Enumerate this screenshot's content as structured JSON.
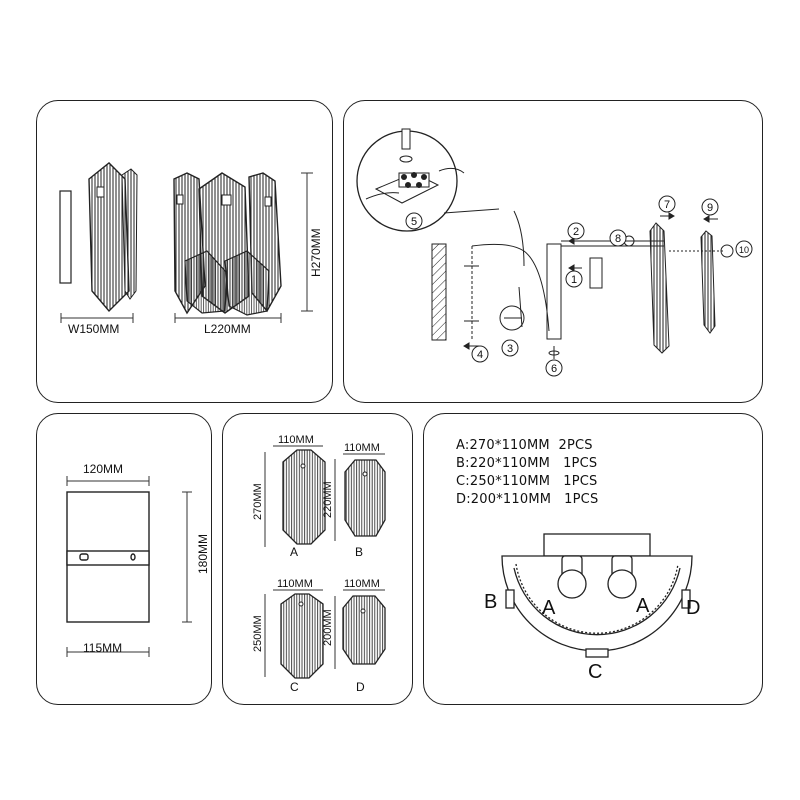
{
  "dimensions": {
    "width": "W150MM",
    "length": "L220MM",
    "height": "H270MM"
  },
  "back_plate": {
    "top_width": "120MM",
    "bottom_width": "115MM",
    "height": "180MM"
  },
  "panels": [
    {
      "label": "A",
      "width": "110MM",
      "height": "270MM"
    },
    {
      "label": "B",
      "width": "110MM",
      "height": "220MM"
    },
    {
      "label": "C",
      "width": "110MM",
      "height": "250MM"
    },
    {
      "label": "D",
      "width": "110MM",
      "height": "200MM"
    }
  ],
  "specs": [
    {
      "code": "A:",
      "size": "270*110MM",
      "qty": "2PCS"
    },
    {
      "code": "B:",
      "size": "220*110MM",
      "qty": "1PCS"
    },
    {
      "code": "C:",
      "size": "250*110MM",
      "qty": "1PCS"
    },
    {
      "code": "D:",
      "size": "200*110MM",
      "qty": "1PCS"
    }
  ],
  "layout_labels": [
    "B",
    "A",
    "A",
    "D",
    "C"
  ],
  "steps": [
    "1",
    "2",
    "3",
    "4",
    "5",
    "6",
    "7",
    "8",
    "9",
    "10"
  ]
}
